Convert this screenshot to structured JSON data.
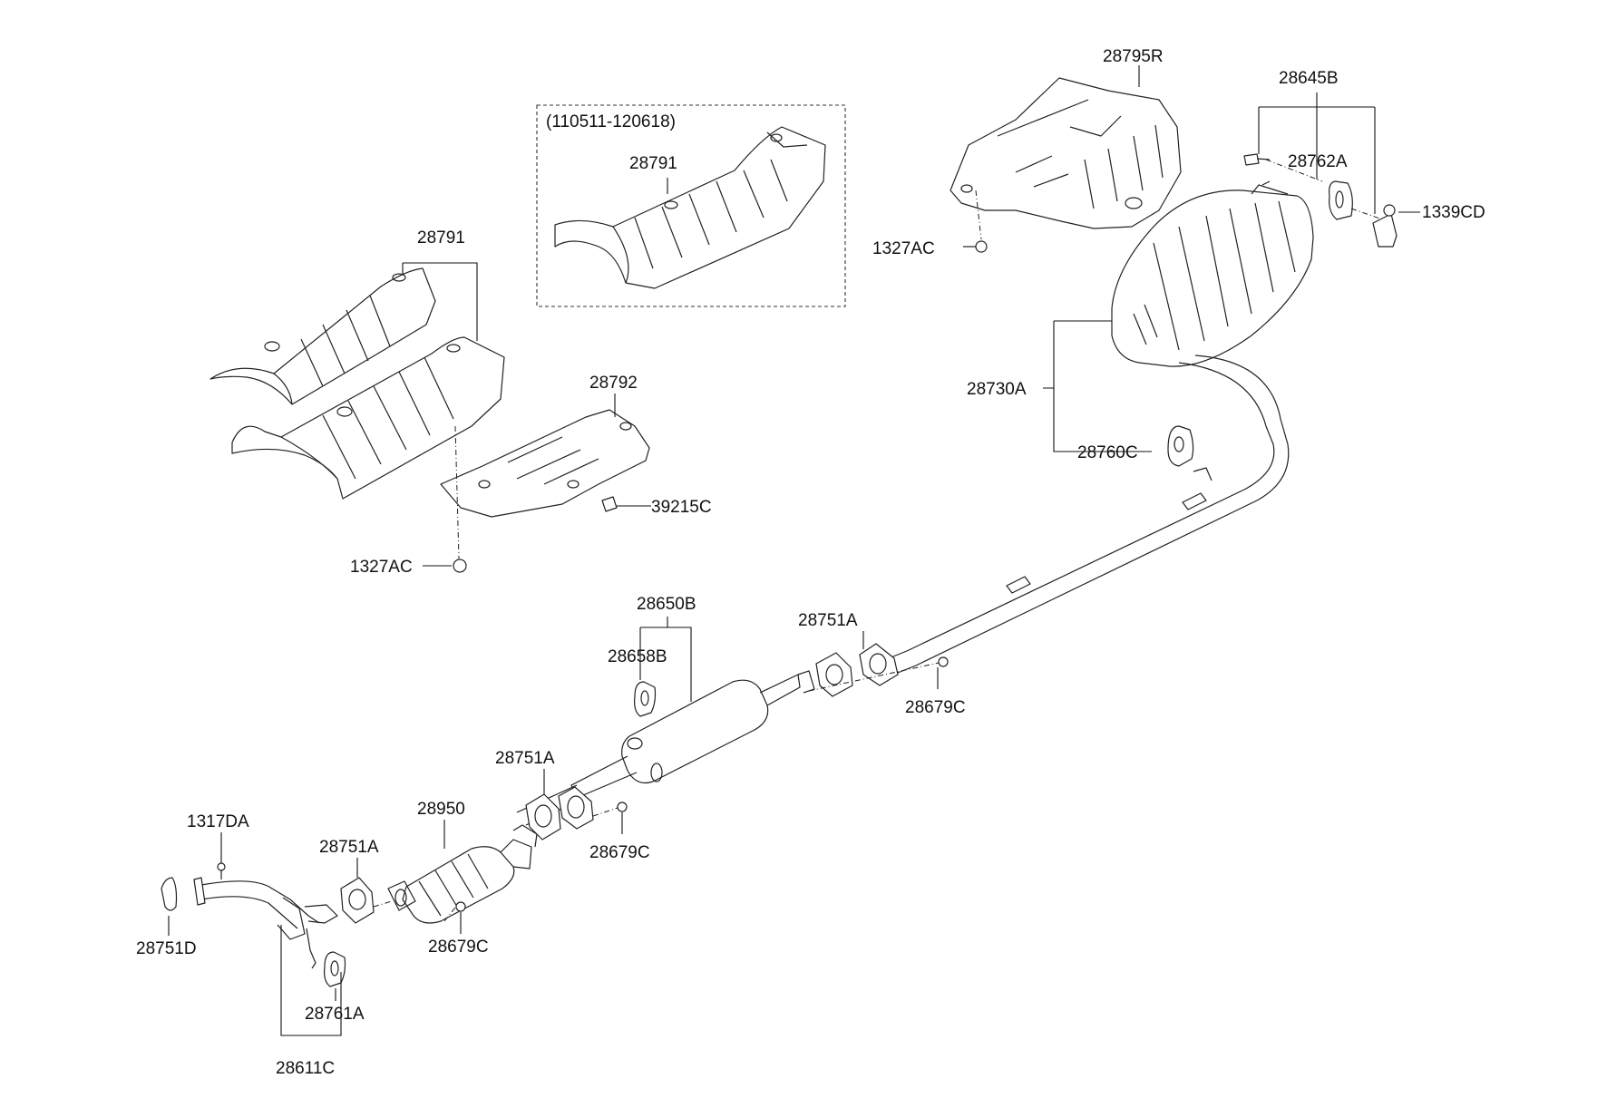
{
  "labels": {
    "l_28795R": "28795R",
    "l_28645B": "28645B",
    "l_28762A": "28762A",
    "l_1339CD": "1339CD",
    "l_1327AC_top": "1327AC",
    "l_range": "(110511-120618)",
    "l_28791_box": "28791",
    "l_28791": "28791",
    "l_28792": "28792",
    "l_39215C": "39215C",
    "l_1327AC_left": "1327AC",
    "l_28730A": "28730A",
    "l_28760C": "28760C",
    "l_28650B": "28650B",
    "l_28658B": "28658B",
    "l_28751A_1": "28751A",
    "l_28679C_1": "28679C",
    "l_28751A_2": "28751A",
    "l_28679C_2": "28679C",
    "l_28950": "28950",
    "l_1317DA": "1317DA",
    "l_28751A_3": "28751A",
    "l_28679C_3": "28679C",
    "l_28751D": "28751D",
    "l_28761A": "28761A",
    "l_28611C": "28611C"
  }
}
